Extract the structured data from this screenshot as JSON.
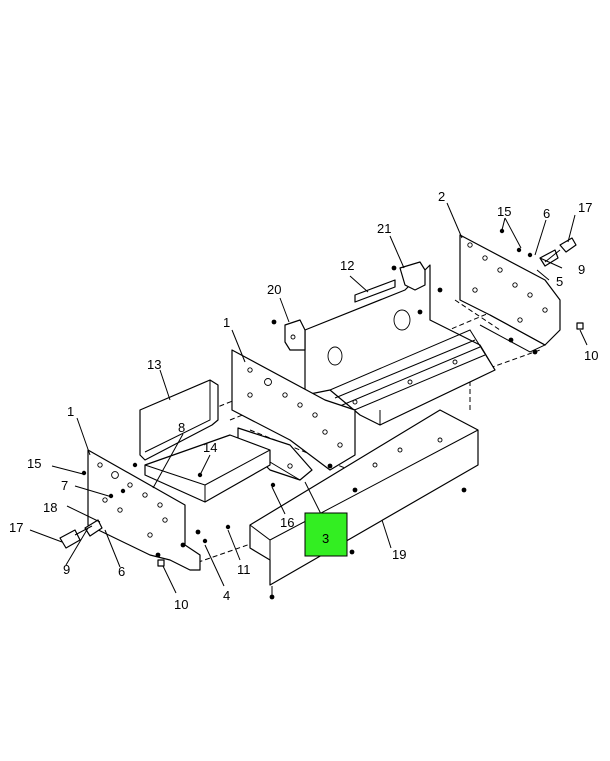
{
  "highlight_color": "#33ee22",
  "callouts": {
    "c1a": "1",
    "c1b": "1",
    "c2": "2",
    "c3": "3",
    "c4": "4",
    "c5": "5",
    "c6a": "6",
    "c6b": "6",
    "c7": "7",
    "c8": "8",
    "c9a": "9",
    "c9b": "9",
    "c10a": "10",
    "c10b": "10",
    "c11": "11",
    "c12": "12",
    "c13": "13",
    "c14": "14",
    "c15a": "15",
    "c15b": "15",
    "c16": "16",
    "c17a": "17",
    "c17b": "17",
    "c18": "18",
    "c19": "19",
    "c20": "20",
    "c21": "21"
  }
}
